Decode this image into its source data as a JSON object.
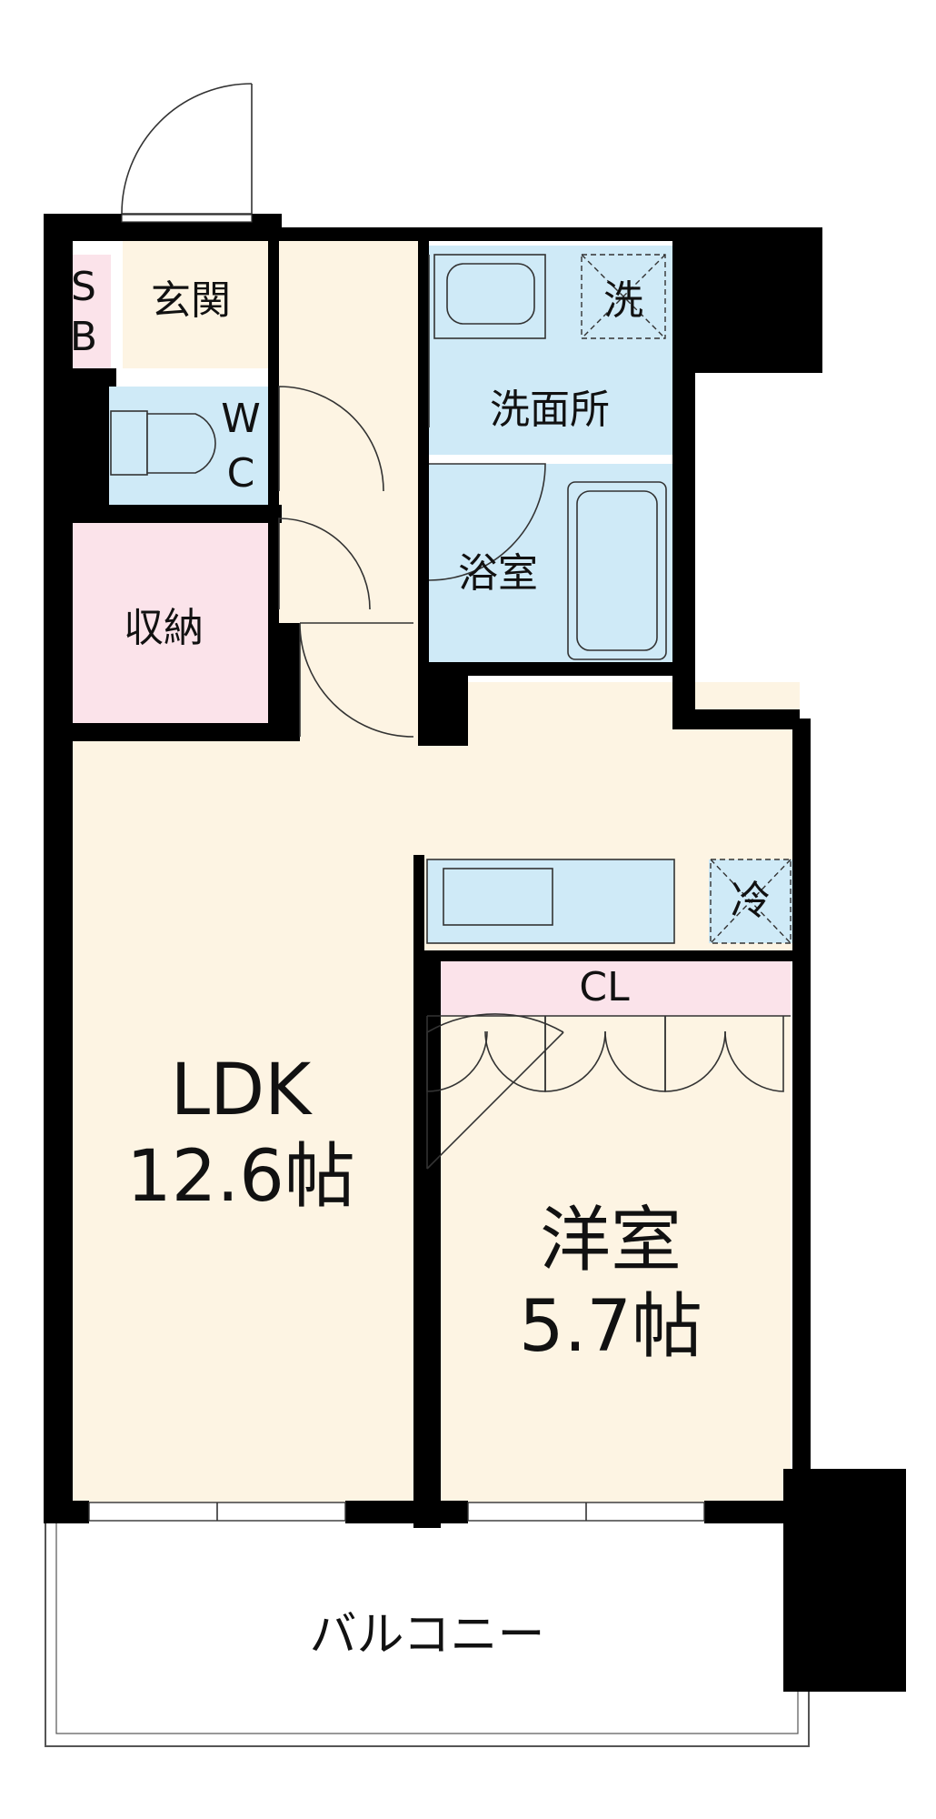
{
  "colors": {
    "floor": "#fdf4e3",
    "wet": "#cfeaf7",
    "storage": "#fbe3ea",
    "wall": "#000000"
  },
  "rooms": {
    "shoebox_s": "S",
    "shoebox_b": "B",
    "entrance": "玄関",
    "wc_w": "W",
    "wc_c": "C",
    "storage": "収納",
    "washroom": "洗面所",
    "washer": "洗",
    "bathroom": "浴室",
    "fridge": "冷",
    "closet": "CL",
    "ldk_name": "LDK",
    "ldk_size": "12.6帖",
    "western_name": "洋室",
    "western_size": "5.7帖",
    "balcony": "バルコニー"
  }
}
